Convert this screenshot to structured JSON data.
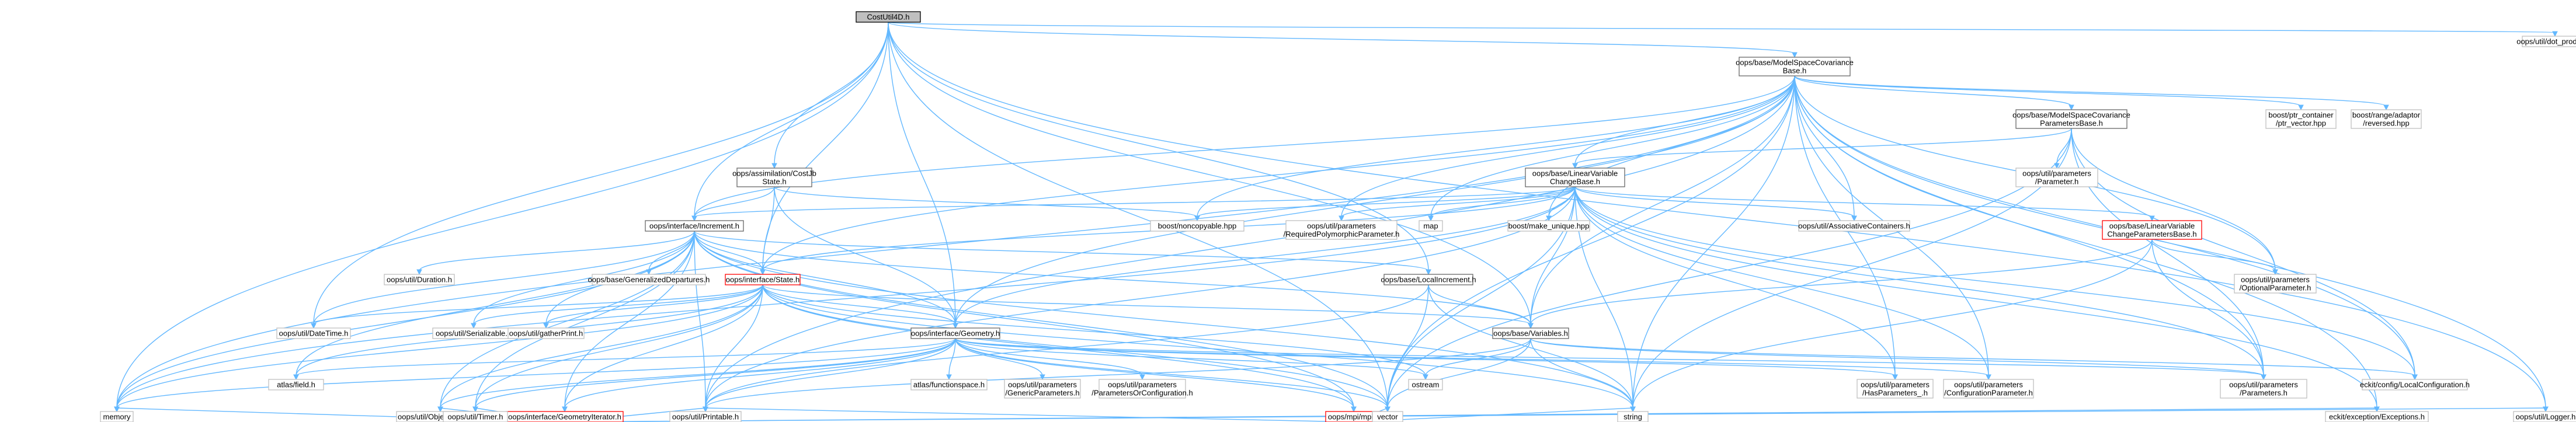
{
  "colors": {
    "edge": "#63b8ff",
    "focus_fill": "#bfbfbf",
    "border_linked": "#666666",
    "border_plain": "#bfbfbf",
    "border_red": "#ff0000"
  },
  "nodes": [
    {
      "id": "root",
      "lines": [
        "CostUtil4D.h"
      ],
      "style": "focus"
    },
    {
      "id": "msc",
      "lines": [
        "oops/base/ModelSpaceCovariance",
        "Base.h"
      ],
      "style": "linked"
    },
    {
      "id": "dot",
      "lines": [
        "oops/util/dot_product.h"
      ],
      "style": "plain"
    },
    {
      "id": "cost",
      "lines": [
        "oops/assimilation/CostJb",
        "State.h"
      ],
      "style": "linked"
    },
    {
      "id": "mscp",
      "lines": [
        "oops/base/ModelSpaceCovariance",
        "ParametersBase.h"
      ],
      "style": "linked"
    },
    {
      "id": "ptr",
      "lines": [
        "boost/ptr_container",
        "/ptr_vector.hpp"
      ],
      "style": "plain"
    },
    {
      "id": "range",
      "lines": [
        "boost/range/adaptor",
        "/reversed.hpp"
      ],
      "style": "plain"
    },
    {
      "id": "lvc",
      "lines": [
        "oops/base/LinearVariable",
        "ChangeBase.h"
      ],
      "style": "linked"
    },
    {
      "id": "upar",
      "lines": [
        "oops/util/parameters",
        "/Parameter.h"
      ],
      "style": "plain"
    },
    {
      "id": "incr",
      "lines": [
        "oops/interface/Increment.h"
      ],
      "style": "linked"
    },
    {
      "id": "nonc",
      "lines": [
        "boost/noncopyable.hpp"
      ],
      "style": "plain"
    },
    {
      "id": "rpp",
      "lines": [
        "oops/util/parameters",
        "/RequiredPolymorphicParameter.h"
      ],
      "style": "plain"
    },
    {
      "id": "map",
      "lines": [
        "map"
      ],
      "style": "plain"
    },
    {
      "id": "mku",
      "lines": [
        "boost/make_unique.hpp"
      ],
      "style": "plain"
    },
    {
      "id": "assoc",
      "lines": [
        "oops/util/AssociativeContainers.h"
      ],
      "style": "plain"
    },
    {
      "id": "lvcp",
      "lines": [
        "oops/base/LinearVariable",
        "ChangeParametersBase.h"
      ],
      "style": "red"
    },
    {
      "id": "gendep",
      "lines": [
        "oops/base/GeneralizedDepartures.h"
      ],
      "style": "plain"
    },
    {
      "id": "dur",
      "lines": [
        "oops/util/Duration.h"
      ],
      "style": "plain"
    },
    {
      "id": "state",
      "lines": [
        "oops/interface/State.h"
      ],
      "style": "red"
    },
    {
      "id": "locinc",
      "lines": [
        "oops/base/LocalIncrement.h"
      ],
      "style": "linked"
    },
    {
      "id": "opt",
      "lines": [
        "oops/util/parameters",
        "/OptionalParameter.h"
      ],
      "style": "plain"
    },
    {
      "id": "dt",
      "lines": [
        "oops/util/DateTime.h"
      ],
      "style": "plain"
    },
    {
      "id": "ser",
      "lines": [
        "oops/util/Serializable.h"
      ],
      "style": "plain"
    },
    {
      "id": "gp",
      "lines": [
        "oops/util/gatherPrint.h"
      ],
      "style": "plain"
    },
    {
      "id": "vars",
      "lines": [
        "oops/base/Variables.h"
      ],
      "style": "linked"
    },
    {
      "id": "geom",
      "lines": [
        "oops/interface/Geometry.h"
      ],
      "style": "linked"
    },
    {
      "id": "af",
      "lines": [
        "atlas/field.h"
      ],
      "style": "plain"
    },
    {
      "id": "afs",
      "lines": [
        "atlas/functionspace.h"
      ],
      "style": "plain"
    },
    {
      "id": "gen",
      "lines": [
        "oops/util/parameters",
        "/GenericParameters.h"
      ],
      "style": "plain"
    },
    {
      "id": "por",
      "lines": [
        "oops/util/parameters",
        "/ParametersOrConfiguration.h"
      ],
      "style": "plain"
    },
    {
      "id": "ostream",
      "lines": [
        "ostream"
      ],
      "style": "plain"
    },
    {
      "id": "hasp",
      "lines": [
        "oops/util/parameters",
        "/HasParameters_.h"
      ],
      "style": "plain"
    },
    {
      "id": "cfgp",
      "lines": [
        "oops/util/parameters",
        "/ConfigurationParameter.h"
      ],
      "style": "plain"
    },
    {
      "id": "params",
      "lines": [
        "oops/util/parameters",
        "/Parameters.h"
      ],
      "style": "plain"
    },
    {
      "id": "eckitcfg",
      "lines": [
        "eckit/config/LocalConfiguration.h"
      ],
      "style": "plain"
    },
    {
      "id": "gi",
      "lines": [
        "oops/interface/GeometryIterator.h"
      ],
      "style": "red"
    },
    {
      "id": "mpi",
      "lines": [
        "oops/mpi/mpi.h"
      ],
      "style": "red"
    },
    {
      "id": "memory",
      "lines": [
        "memory"
      ],
      "style": "plain"
    },
    {
      "id": "oc",
      "lines": [
        "oops/util/ObjectCounter.h"
      ],
      "style": "plain"
    },
    {
      "id": "timer",
      "lines": [
        "oops/util/Timer.h"
      ],
      "style": "plain"
    },
    {
      "id": "printable",
      "lines": [
        "oops/util/Printable.h"
      ],
      "style": "plain"
    },
    {
      "id": "vector",
      "lines": [
        "vector"
      ],
      "style": "plain"
    },
    {
      "id": "string",
      "lines": [
        "string"
      ],
      "style": "plain"
    },
    {
      "id": "exc",
      "lines": [
        "eckit/exception/Exceptions.h"
      ],
      "style": "plain"
    },
    {
      "id": "logger",
      "lines": [
        "oops/util/Logger.h"
      ],
      "style": "plain"
    }
  ]
}
